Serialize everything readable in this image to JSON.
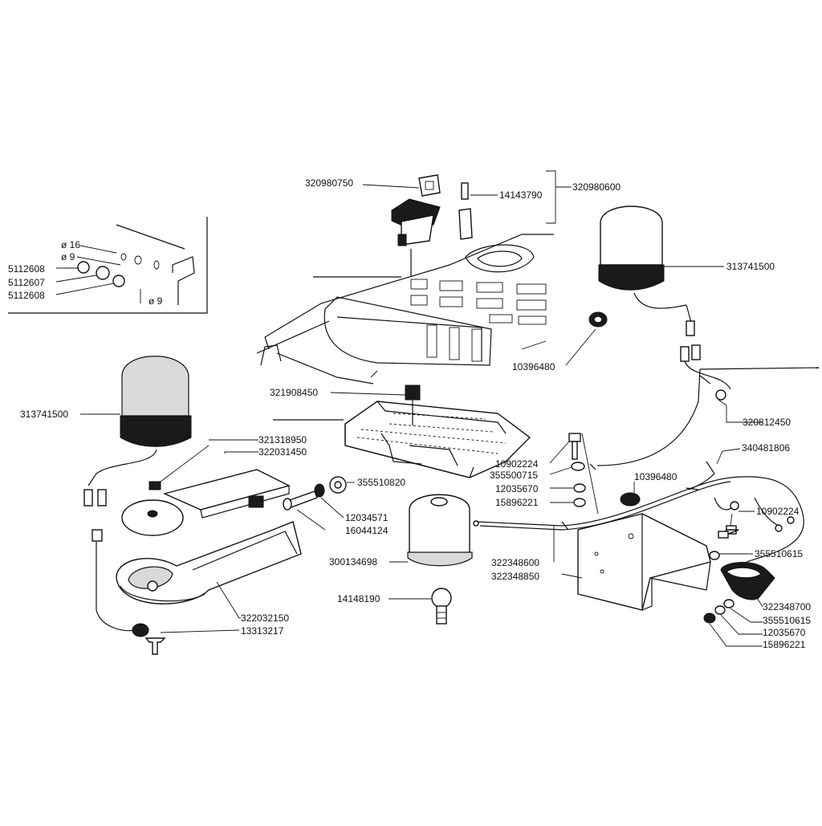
{
  "inset": {
    "diameters": {
      "d16": "ø 16",
      "d9_top": "ø 9",
      "d9_bottom": "ø 9"
    },
    "parts": {
      "p1": "5112608",
      "p2": "5112607",
      "p3": "5112608"
    }
  },
  "labels": {
    "switch_cover": "320980750",
    "switch_group": "320980600",
    "fuse": "14143790",
    "beacon_right": "313741500",
    "grommet_top": "10396480",
    "relay": "321908450",
    "beacon_left": "313741500",
    "harness_right": "320812450",
    "bracket_a": "321318950",
    "bracket_b": "322031450",
    "cable_end": "340481806",
    "washer_top": "355510820",
    "bolt_a": "10902224",
    "washer_a": "355500715",
    "nut_a": "12035670",
    "nut_b": "15896221",
    "grommet_mid": "10396480",
    "bolt_b": "10902224",
    "pin": "12034571",
    "screw": "16044124",
    "lens": "300134698",
    "cable_a": "322348600",
    "cable_b": "322348850",
    "washer_b": "355510615",
    "cover": "322348700",
    "washer_c": "355510615",
    "nut_c": "12035670",
    "nut_d": "15896221",
    "bulb": "14148190",
    "support": "322032150",
    "bolt_c": "13313217"
  }
}
